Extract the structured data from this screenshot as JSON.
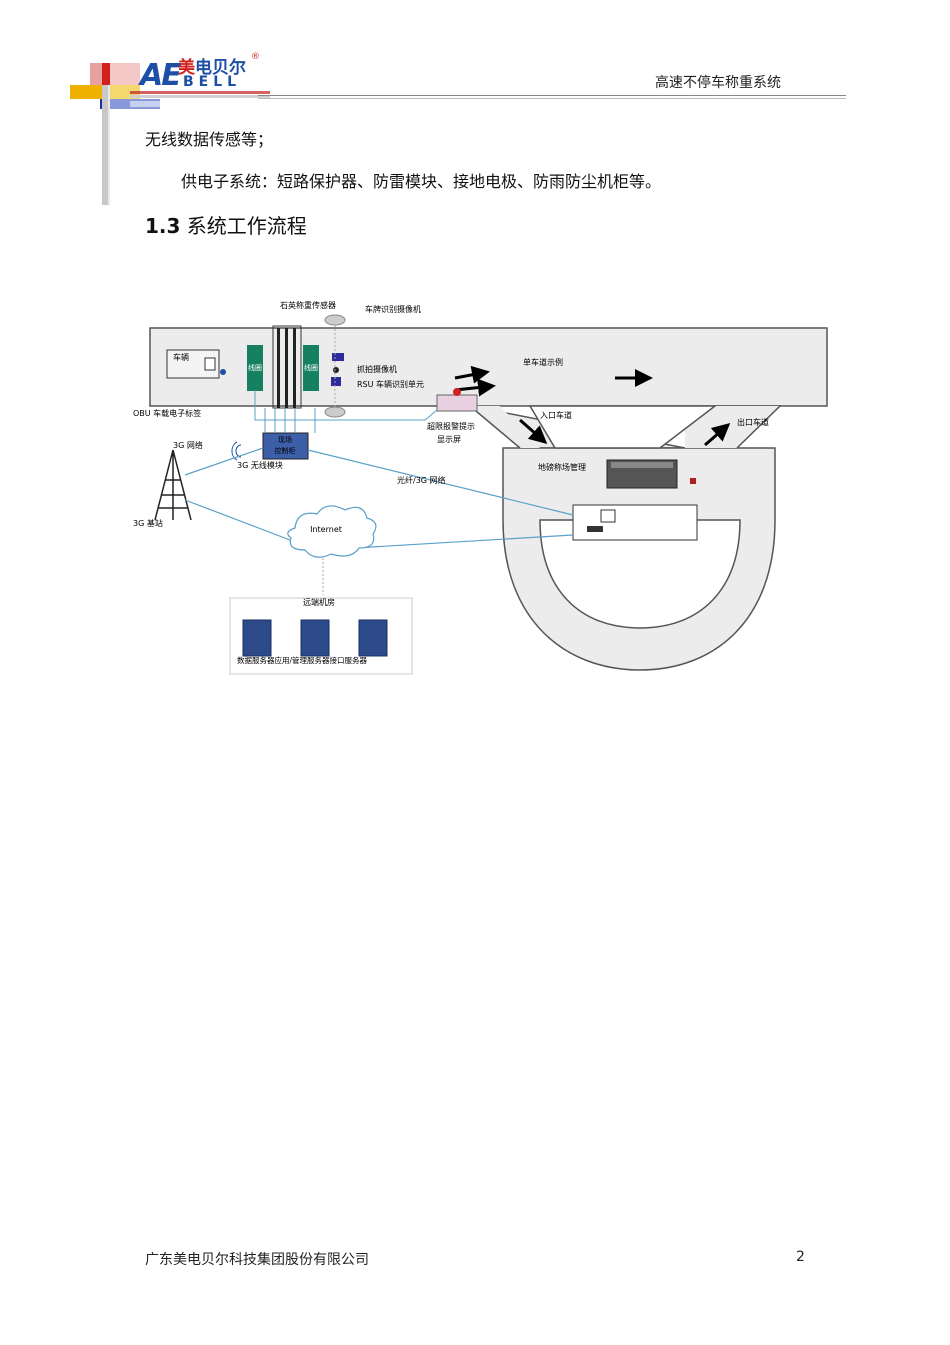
{
  "header": {
    "logo_letters": "AE",
    "logo_cn_prefix": "美",
    "logo_cn_rest": "电贝尔",
    "logo_bell": "BELL",
    "logo_reg": "®",
    "title": "高速不停车称重系统"
  },
  "body": {
    "para1": "无线数据传感等；",
    "para2": "供电子系统：短路保护器、防雷模块、接地电极、防雨防尘机柜等。",
    "section_number": "1.3",
    "section_title": "系统工作流程"
  },
  "diagram": {
    "labels": {
      "sensor": "石英称重传感器",
      "plate_camera": "车牌识别摄像机",
      "vehicle": "车辆",
      "loop1": "线圈",
      "loop2": "线圈",
      "scan_camera": "抓拍摄像机",
      "rsu": "RSU 车辆识别单元",
      "lane_example": "单车道示例",
      "obu": "OBU 车载电子标签",
      "overweight_display_1": "超限报警提示",
      "overweight_display_2": "显示屏",
      "entry_lane": "入口车道",
      "exit_lane": "出口车道",
      "g3_net": "3G 网络",
      "controller_1": "现场",
      "controller_2": "控制柜",
      "g3_wireless": "3G 无线模块",
      "fiber_3g": "光纤/3G 网络",
      "weigh_station": "地磅称场管理",
      "g3_base": "3G 基站",
      "internet": "Internet",
      "datacenter": "远端机房",
      "servers": "数据服务器应用/管理服务器接口服务器"
    }
  },
  "footer": {
    "company": "广东美电贝尔科技集团股份有限公司",
    "page": "2"
  }
}
